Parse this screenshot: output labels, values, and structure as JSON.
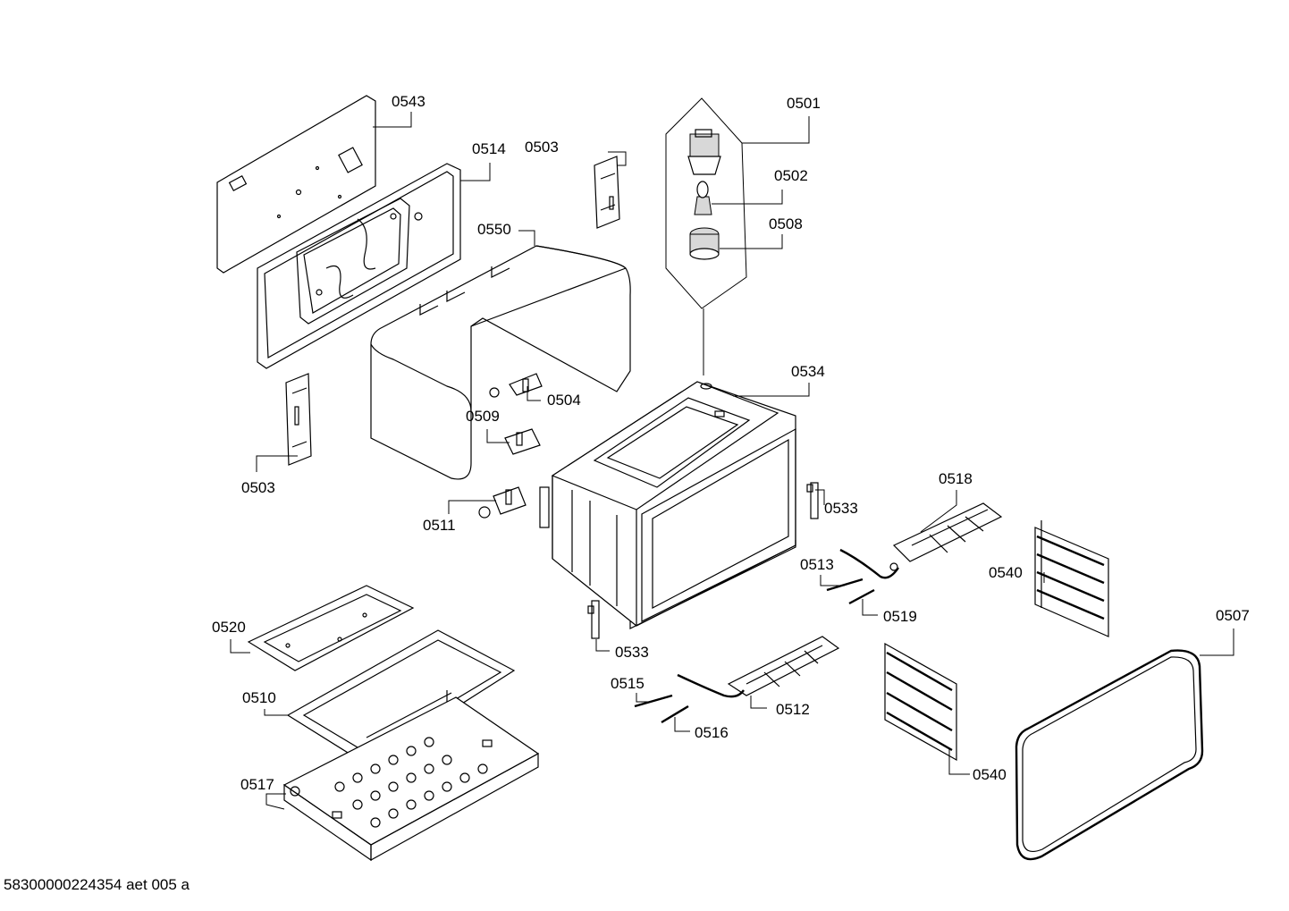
{
  "diagram": {
    "labels": [
      {
        "id": "0543",
        "text": "0543"
      },
      {
        "id": "0514",
        "text": "0514"
      },
      {
        "id": "0503a",
        "text": "0503"
      },
      {
        "id": "0550",
        "text": "0550"
      },
      {
        "id": "0501",
        "text": "0501"
      },
      {
        "id": "0502",
        "text": "0502"
      },
      {
        "id": "0508",
        "text": "0508"
      },
      {
        "id": "0534",
        "text": "0534"
      },
      {
        "id": "0504",
        "text": "0504"
      },
      {
        "id": "0509",
        "text": "0509"
      },
      {
        "id": "0503b",
        "text": "0503"
      },
      {
        "id": "0511",
        "text": "0511"
      },
      {
        "id": "0533a",
        "text": "0533"
      },
      {
        "id": "0518",
        "text": "0518"
      },
      {
        "id": "0513",
        "text": "0513"
      },
      {
        "id": "0540a",
        "text": "0540"
      },
      {
        "id": "0519",
        "text": "0519"
      },
      {
        "id": "0507",
        "text": "0507"
      },
      {
        "id": "0520",
        "text": "0520"
      },
      {
        "id": "0533b",
        "text": "0533"
      },
      {
        "id": "0515",
        "text": "0515"
      },
      {
        "id": "0512",
        "text": "0512"
      },
      {
        "id": "0510",
        "text": "0510"
      },
      {
        "id": "0516",
        "text": "0516"
      },
      {
        "id": "0540b",
        "text": "0540"
      },
      {
        "id": "0517",
        "text": "0517"
      }
    ]
  },
  "footer": {
    "document_id": "58300000224354 aet 005 a"
  }
}
